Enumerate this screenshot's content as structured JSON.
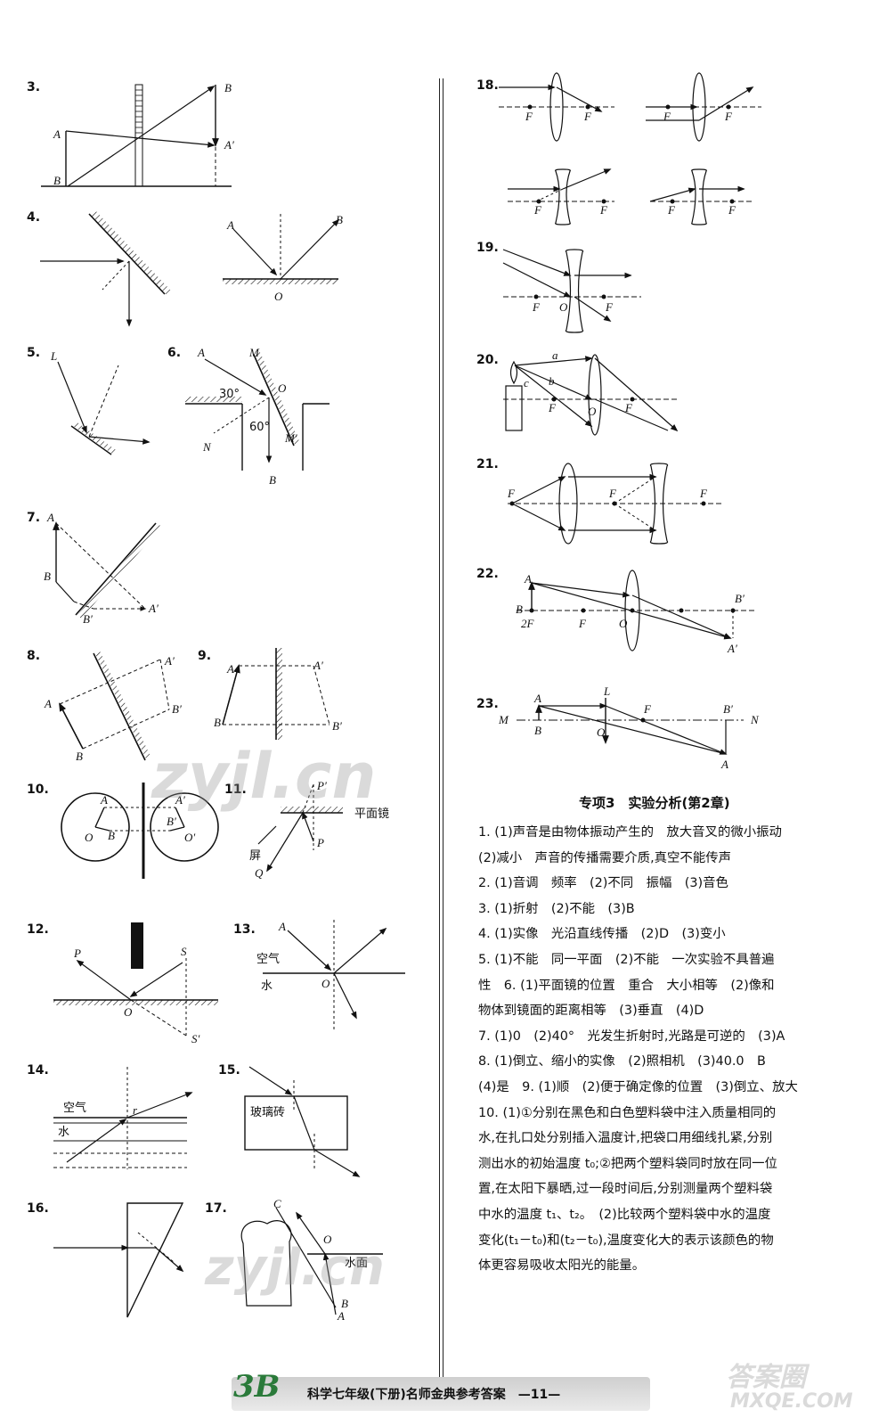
{
  "left_nums": [
    "3.",
    "4.",
    "5.",
    "6.",
    "7.",
    "8.",
    "9.",
    "10.",
    "11.",
    "12.",
    "13.",
    "14.",
    "15.",
    "16.",
    "17."
  ],
  "right_nums": [
    "18.",
    "19.",
    "20.",
    "21.",
    "22.",
    "23."
  ],
  "labels": {
    "B": "B",
    "A": "A",
    "Ap": "A′",
    "Bp": "B′",
    "O": "O",
    "L": "L",
    "M": "M",
    "Mp": "M′",
    "N": "N",
    "a30": "30°",
    "a60": "60°",
    "P": "P",
    "Pp": "P′",
    "Q": "Q",
    "S": "S",
    "Sp": "S′",
    "r": "r",
    "F": "F",
    "twoF": "2F",
    "C": "C",
    "a": "a",
    "b": "b",
    "c": "c",
    "Op": "O′"
  },
  "cn": {
    "mirror": "平面镜",
    "screen": "屏",
    "air": "空气",
    "water": "水",
    "glass": "玻璃砖",
    "surface": "水面"
  },
  "section_title": "专项3　实验分析(第2章)",
  "answers": [
    "1. (1)声音是由物体振动产生的　放大音叉的微小振动",
    "(2)减小　声音的传播需要介质,真空不能传声",
    "2. (1)音调　频率　(2)不同　振幅　(3)音色",
    "3. (1)折射　(2)不能　(3)B",
    "4. (1)实像　光沿直线传播　(2)D　(3)变小",
    "5. (1)不能　同一平面　(2)不能　一次实验不具普遍",
    "性　6. (1)平面镜的位置　重合　大小相等　(2)像和",
    "物体到镜面的距离相等　(3)垂直　(4)D",
    "7. (1)0　(2)40°　光发生折射时,光路是可逆的　(3)A",
    "8. (1)倒立、缩小的实像　(2)照相机　(3)40.0　B",
    "(4)是　9. (1)顺　(2)便于确定像的位置　(3)倒立、放大",
    "10. (1)①分别在黑色和白色塑料袋中注入质量相同的",
    "水,在扎口处分别插入温度计,把袋口用细线扎紧,分别",
    "测出水的初始温度 t₀;②把两个塑料袋同时放在同一位",
    "置,在太阳下暴晒,过一段时间后,分别测量两个塑料袋",
    "中水的温度 t₁、t₂。　(2)比较两个塑料袋中水的温度",
    "变化(t₁－t₀)和(t₂－t₀),温度变化大的表示该颜色的物",
    "体更容易吸收太阳光的能量。"
  ],
  "footer": "科学七年级(下册)名师金典参考答案　—11—",
  "logo": "3B",
  "watermarks": [
    "zyjl.cn",
    "zyjl.cn",
    "答案圈",
    "MXQE.COM"
  ]
}
